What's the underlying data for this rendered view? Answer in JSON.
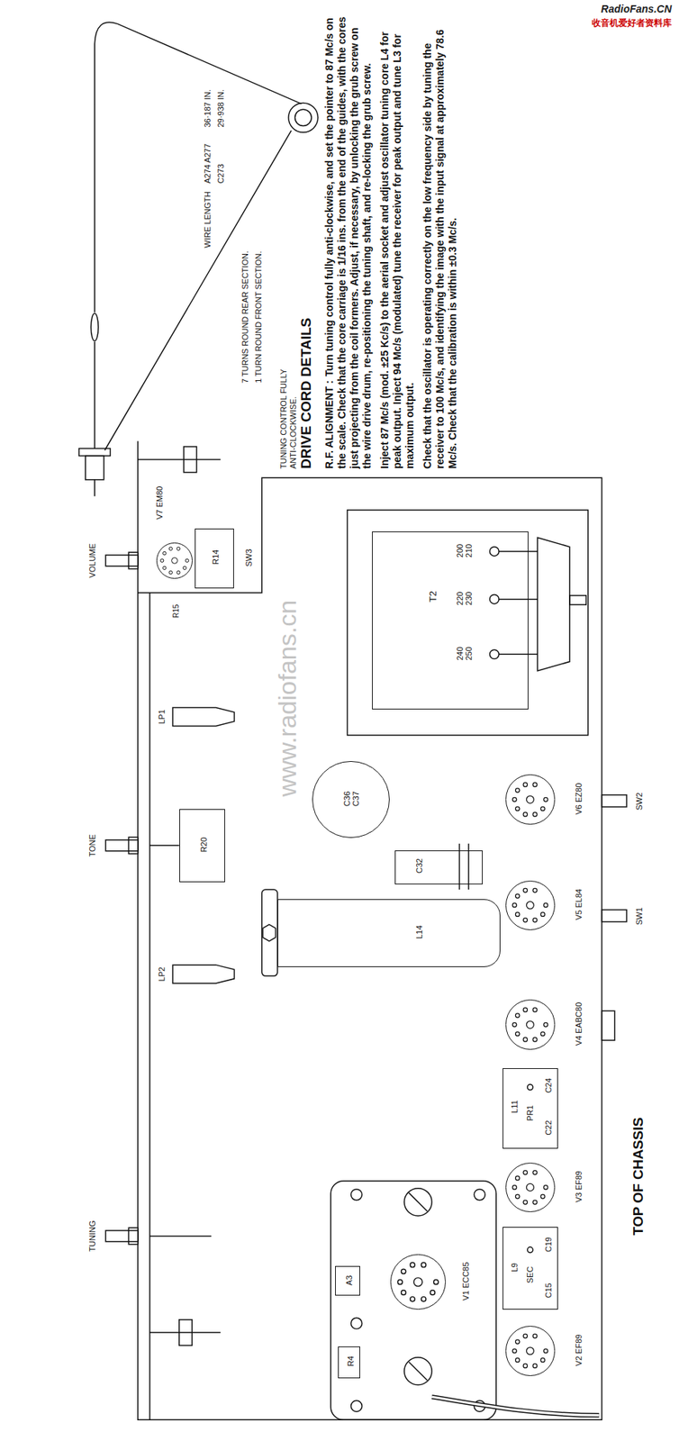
{
  "diagram": {
    "title": "TOP OF CHASSIS",
    "nodes": [
      {
        "text": [
          "R14"
        ]
      },
      {
        "text": [
          "V7 EM80"
        ]
      },
      {
        "text": [
          "R20"
        ]
      },
      {
        "text": [
          "C36 C37"
        ]
      },
      {
        "text": [
          "T2",
          "240 250",
          "220 230",
          "200 210"
        ]
      },
      {
        "text": [
          "C32"
        ]
      },
      {
        "text": [
          "L14"
        ]
      },
      {
        "text": [
          "V6 EZ80"
        ]
      },
      {
        "text": [
          "V5 EL84"
        ]
      },
      {
        "text": [
          "V4 EABC80"
        ]
      },
      {
        "text": [
          "L11",
          "PR1",
          "C22",
          "C24"
        ]
      },
      {
        "text": [
          "V3 EF89"
        ]
      },
      {
        "text": [
          "L9",
          "SEC",
          "C19",
          "C15"
        ]
      },
      {
        "text": [
          "V2 EF89"
        ]
      },
      {
        "text": [
          "A3"
        ]
      },
      {
        "text": [
          "V1 ECC85"
        ]
      },
      {
        "text": [
          "R4"
        ]
      }
    ],
    "labels": [
      "RadioFans.CN",
      "收音机爱好者资料库",
      "WIRE LENGTH",
      "A274 A277",
      "36·187 IN.",
      "C273",
      "29·938 IN.",
      "7 TURNS ROUND REAR SECTION.",
      "1 TURN ROUND FRONT SECTION.",
      "TUNING CONTROL FULLY ANTI-CLOCKWISE.",
      "DRIVE CORD DETAILS",
      "R.F. ALIGNMENT :",
      "Turn tuning control fully anti-clockwise, and set the pointer to 87 Mc/s on the scale. Check that the core carriage is 1/16 ins. from the end of the guides, with the cores just projecting from the coil formers. Adjust, if necessary, by unlocking the grub screw on the wire drive drum, re-positioning the tuning shaft, and re-locking the grub screw.",
      "Inject 87 Mc/s (mod. ±25 Kc/s) to the aerial socket and adjust oscillator tuning core L4 for peak output. Inject 94 Mc/s (modulated) tune the receiver for peak output and tune L3 for maximum output.",
      "Check that the oscillator is operating correctly on the low frequency side by tuning the receiver to 100 Mc/s, and identifying the image with the input signal at approximately 78.6 Mc/s. Check that the calibration is within ±0.3 Mc/s.",
      "VOLUME",
      "TONE",
      "TUNING",
      "R15",
      "SW3",
      "LP1",
      "LP2",
      "SW2",
      "SW1",
      "www.radiofans.cn"
    ]
  }
}
